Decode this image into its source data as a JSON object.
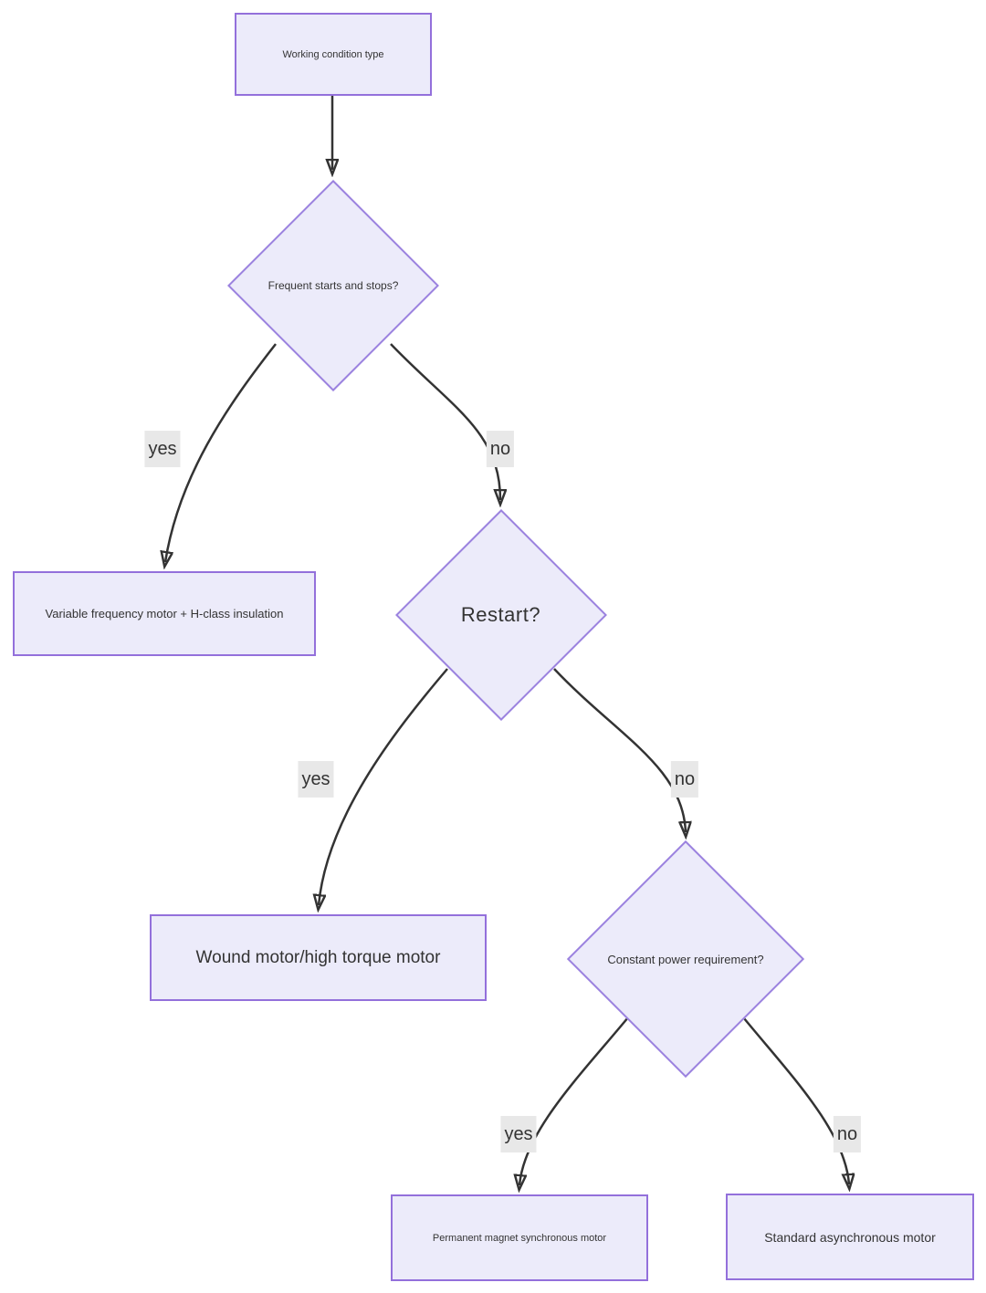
{
  "diagram": {
    "type": "flowchart",
    "colors": {
      "node_fill": "#ECEBFA",
      "node_border": "#9370DB",
      "edge_color": "#333333",
      "edge_label_bg": "#E8E8E8",
      "text_color": "#333333",
      "background": "#FFFFFF"
    },
    "nodes": [
      {
        "id": "root",
        "type": "rect",
        "label": "Working condition type"
      },
      {
        "id": "d1",
        "type": "diamond",
        "label": "Frequent starts and stops?"
      },
      {
        "id": "vfd",
        "type": "rect",
        "label": "Variable frequency motor + H-class insulation"
      },
      {
        "id": "d2",
        "type": "diamond",
        "label": "Restart?"
      },
      {
        "id": "wound",
        "type": "rect",
        "label": "Wound motor/high torque motor"
      },
      {
        "id": "d3",
        "type": "diamond",
        "label": "Constant power requirement?"
      },
      {
        "id": "pm",
        "type": "rect",
        "label": "Permanent magnet synchronous motor"
      },
      {
        "id": "std",
        "type": "rect",
        "label": "Standard asynchronous motor"
      }
    ],
    "edges": [
      {
        "from": "root",
        "to": "d1",
        "label": ""
      },
      {
        "from": "d1",
        "to": "vfd",
        "label": "yes"
      },
      {
        "from": "d1",
        "to": "d2",
        "label": "no"
      },
      {
        "from": "d2",
        "to": "wound",
        "label": "yes"
      },
      {
        "from": "d2",
        "to": "d3",
        "label": "no"
      },
      {
        "from": "d3",
        "to": "pm",
        "label": "yes"
      },
      {
        "from": "d3",
        "to": "std",
        "label": "no"
      }
    ]
  }
}
